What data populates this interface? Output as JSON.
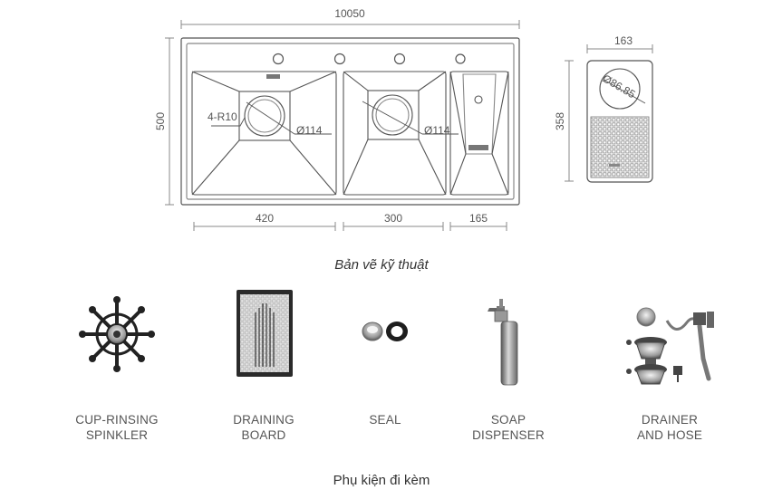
{
  "drawing": {
    "dims": {
      "total_width": "10050",
      "height": "500",
      "left_bowl": "420",
      "mid_bowl": "300",
      "right_bowl": "165",
      "radius": "4-R10",
      "drain_left": "Ø114",
      "drain_mid": "Ø114",
      "board_width": "163",
      "board_height": "358",
      "board_hole": "Ø86.85"
    },
    "caption": "Bản vẽ kỹ thuật"
  },
  "accessories": {
    "items": [
      {
        "line1": "CUP-RINSING",
        "line2": "SPINKLER"
      },
      {
        "line1": "DRAINING",
        "line2": "BOARD"
      },
      {
        "line1": "SEAL",
        "line2": ""
      },
      {
        "line1": "SOAP",
        "line2": "DISPENSER"
      },
      {
        "line1": "DRAINER",
        "line2": "AND HOSE"
      }
    ],
    "caption": "Phụ kiện đi kèm"
  }
}
